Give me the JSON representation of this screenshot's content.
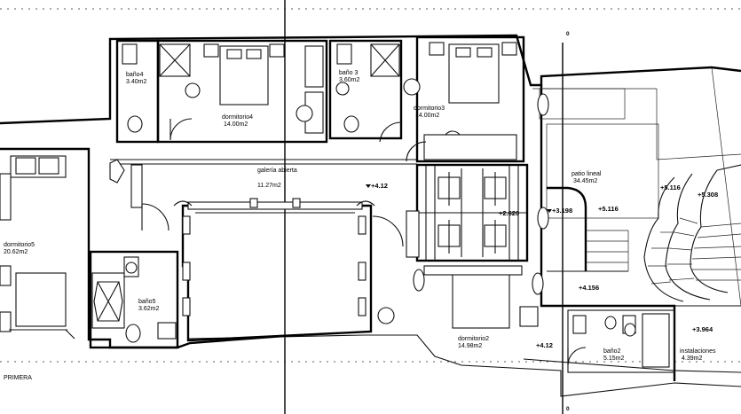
{
  "rooms": [
    {
      "id": "bano4",
      "name": "baño4",
      "area": "3.40m2"
    },
    {
      "id": "dormitorio4",
      "name": "dormitorio4",
      "area": "14.00m2"
    },
    {
      "id": "bano3",
      "name": "baño 3",
      "area": "3.60m2"
    },
    {
      "id": "dormitorio3",
      "name": "dormitorio3",
      "area": "14.00m2"
    },
    {
      "id": "galeria",
      "name": "galería abierta",
      "area": "11.27m2"
    },
    {
      "id": "patio",
      "name": "patio lineal",
      "area": "34.45m2"
    },
    {
      "id": "dormitorio5",
      "name": "dormitorio5",
      "area": "20.62m2"
    },
    {
      "id": "bano5",
      "name": "baño5",
      "area": "3.62m2"
    },
    {
      "id": "dormitorio2",
      "name": "dormitorio2",
      "area": "14.98m2"
    },
    {
      "id": "bano2",
      "name": "baño2",
      "area": "5.15m2"
    },
    {
      "id": "instalaciones",
      "name": "instalaciones",
      "area": "4.39m2"
    }
  ],
  "levels": [
    "+4.12",
    "+2.620",
    "+3.198",
    "+5.116",
    "+5.116",
    "+5.308",
    "+4.156",
    "+4.12",
    "+3.964"
  ],
  "axis_labels": [
    "0",
    "0"
  ],
  "plan_caption": "PRIMERA"
}
